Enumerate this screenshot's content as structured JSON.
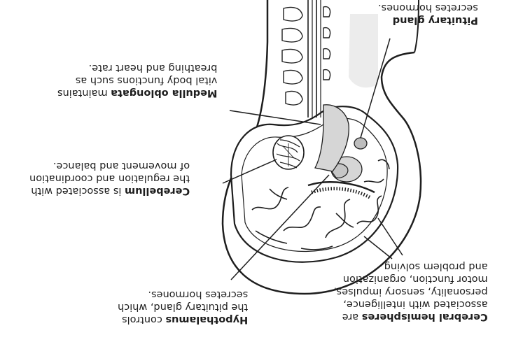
{
  "labels": {
    "pituitary": {
      "term": "Pituitary gland",
      "lines": [
        "secretes hormones."
      ]
    },
    "medulla": {
      "term": "Medulla oblongata",
      "first_rest": " maintains",
      "lines": [
        "vital body functions such as",
        "breathing and heart rate."
      ]
    },
    "cerebellum": {
      "term": "Cerebellum",
      "first_rest": " is associated with",
      "lines": [
        "the regulation and coordination",
        "of movement and balance."
      ]
    },
    "hypothalamus": {
      "term": "Hypothalamus",
      "first_rest": " controls",
      "lines": [
        "the pituitary gland, which",
        "secretes hormones."
      ]
    },
    "cerebral": {
      "term": "Cerebral hemispheres",
      "first_rest": " are",
      "lines": [
        "associated with intelligence,",
        "personality, sensory impulses,",
        "motor function, organization",
        "and problem solving."
      ]
    }
  },
  "colors": {
    "ink": "#1e1e1e",
    "shade": "#d6d6d6",
    "background": "#ffffff"
  }
}
